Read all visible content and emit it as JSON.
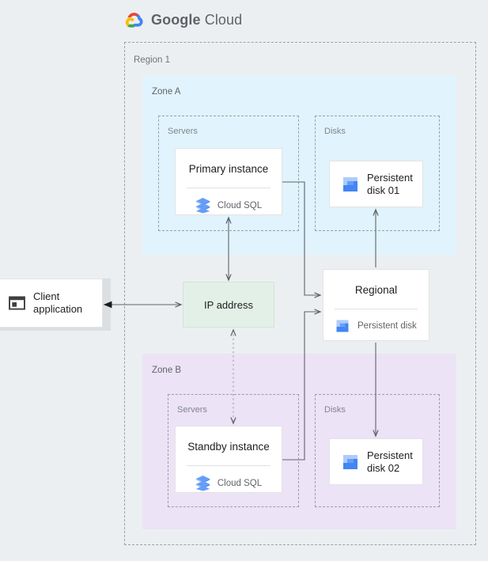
{
  "header": {
    "brand_prefix": "Google",
    "brand_suffix": "Cloud",
    "logo_icon": "google-cloud-logo"
  },
  "region": {
    "label": "Region 1"
  },
  "zones": {
    "a": {
      "label": "Zone A",
      "color": "#e1f3fd",
      "servers_group_label": "Servers",
      "disks_group_label": "Disks",
      "instance": {
        "title": "Primary instance",
        "product": "Cloud SQL",
        "product_icon": "cloud-sql-icon"
      },
      "disk": {
        "label": "Persistent disk 01",
        "icon": "persistent-disk-icon"
      }
    },
    "b": {
      "label": "Zone B",
      "color": "#ece3f6",
      "servers_group_label": "Servers",
      "disks_group_label": "Disks",
      "instance": {
        "title": "Standby instance",
        "product": "Cloud SQL",
        "product_icon": "cloud-sql-icon"
      },
      "disk": {
        "label": "Persistent disk 02",
        "icon": "persistent-disk-icon"
      }
    }
  },
  "regional_disk": {
    "title": "Regional",
    "subtitle": "Persistent disk",
    "icon": "persistent-disk-icon"
  },
  "ip_address": {
    "label": "IP address",
    "color": "#e3f0e7"
  },
  "client": {
    "label": "Client application",
    "icon": "client-application-icon"
  },
  "colors": {
    "background": "#eceff1",
    "zone_a": "#e1f3fd",
    "zone_b": "#ece3f6",
    "ip_box": "#e3f0e7",
    "connector": "#5f6368",
    "dashed_border": "#9aa0a6",
    "gcp_blue": "#4285f4",
    "gcp_red": "#ea4335",
    "gcp_yellow": "#fbbc04",
    "gcp_green": "#34a853"
  }
}
